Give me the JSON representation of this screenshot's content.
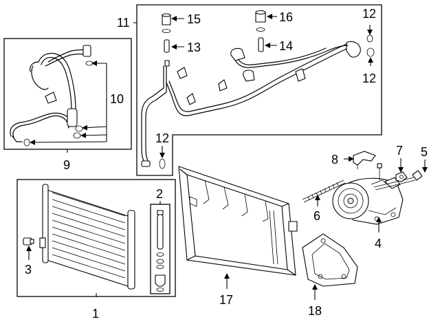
{
  "callouts": {
    "c1": "1",
    "c2": "2",
    "c3": "3",
    "c4": "4",
    "c5": "5",
    "c6": "6",
    "c7": "7",
    "c8": "8",
    "c9": "9",
    "c10": "10",
    "c11": "11",
    "c12": "12",
    "c13": "13",
    "c14": "14",
    "c15": "15",
    "c16": "16",
    "c17": "17",
    "c18": "18"
  },
  "colors": {
    "line": "#000000",
    "background": "#ffffff",
    "shade": "#e6e6e6"
  },
  "parts": [
    "condenser",
    "receiver-dryer-kit",
    "condenser-fitting",
    "compressor",
    "compressor-bolt",
    "compressor-stud",
    "compressor-nut",
    "compressor-bracket",
    "hose-assembly",
    "discharge-hose-connectors",
    "ac-line",
    "o-ring",
    "charge-valve-core",
    "service-valve",
    "cap",
    "service-cap",
    "radiator-support",
    "mount-bracket"
  ]
}
